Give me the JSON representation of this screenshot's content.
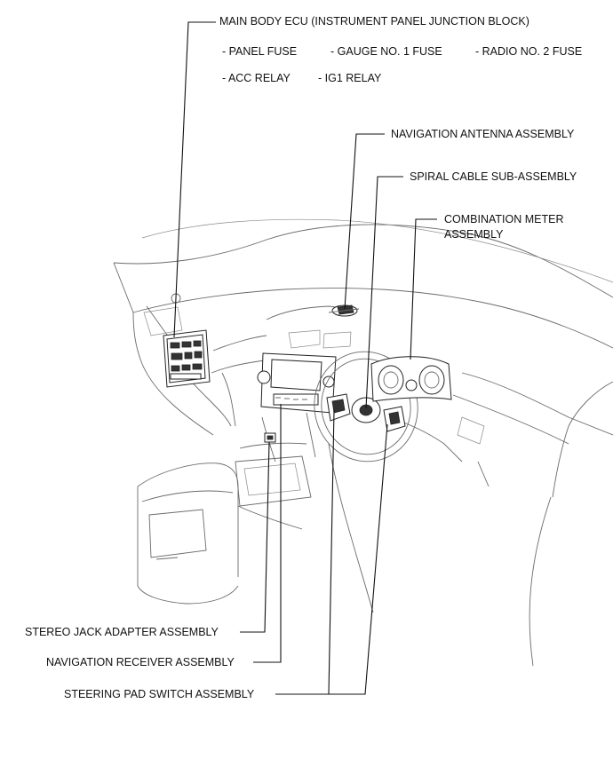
{
  "labels": {
    "main_body_ecu": "MAIN BODY ECU (INSTRUMENT PANEL JUNCTION BLOCK)",
    "panel_fuse": "- PANEL FUSE",
    "gauge_fuse": "- GAUGE NO. 1 FUSE",
    "radio_fuse": "- RADIO NO. 2 FUSE",
    "acc_relay": "- ACC RELAY",
    "ig1_relay": "- IG1 RELAY",
    "nav_antenna": "NAVIGATION ANTENNA ASSEMBLY",
    "spiral_cable": "SPIRAL CABLE SUB-ASSEMBLY",
    "combination_meter_1": "COMBINATION METER",
    "combination_meter_2": "ASSEMBLY",
    "stereo_jack": "STEREO JACK ADAPTER ASSEMBLY",
    "nav_receiver": "NAVIGATION RECEIVER ASSEMBLY",
    "steering_pad": "STEERING PAD SWITCH ASSEMBLY"
  }
}
